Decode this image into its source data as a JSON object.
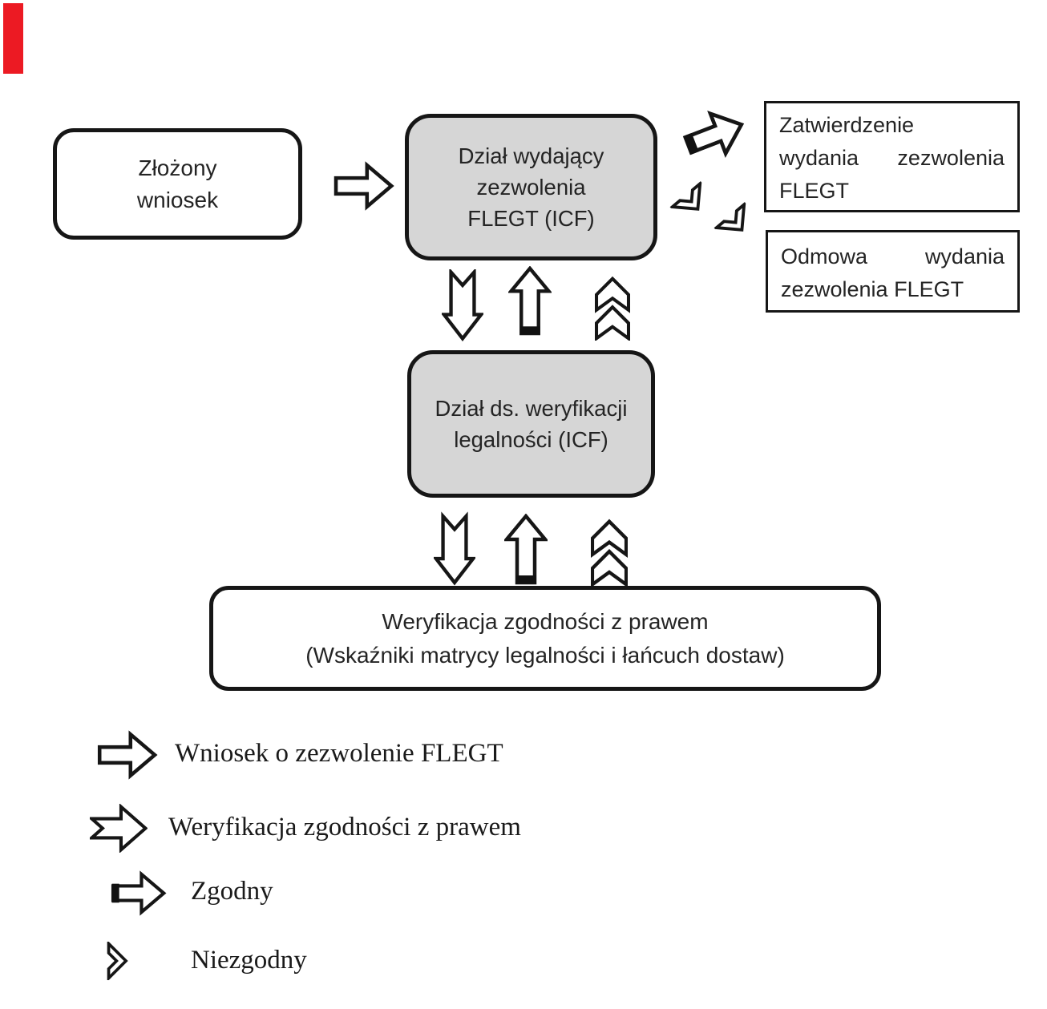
{
  "title": "FLEGT licensing process flowchart",
  "colors": {
    "node_gray_fill": "#d6d6d6",
    "outline_black": "#161616",
    "red_mark": "#ec1a23",
    "background": "#ffffff"
  },
  "nodes": {
    "zlozony": {
      "line1": "Złożony",
      "line2": "wniosek"
    },
    "wydajacy": {
      "line1": "Dział wydający",
      "line2": "zezwolenia",
      "line3": "FLEGT (ICF)"
    },
    "zatwierdzenie": {
      "line1": "Zatwierdzenie",
      "line2a": "wydania",
      "line2b": "zezwolenia",
      "line3": "FLEGT"
    },
    "odmowa": {
      "line1a": "Odmowa",
      "line1b": "wydania",
      "line2": "zezwolenia FLEGT"
    },
    "weryfikacji_dzial": {
      "line1": "Dział ds. weryfikacji",
      "line2": "legalności (ICF)"
    },
    "weryfikacja_box": {
      "line1": "Weryfikacja zgodności z prawem",
      "line2": "(Wskaźniki matrycy legalności i łańcuch dostaw)"
    }
  },
  "legend": {
    "items": [
      {
        "icon": "block-arrow-right-icon",
        "label": "Wniosek o zezwolenie FLEGT"
      },
      {
        "icon": "notched-arrow-right-icon",
        "label": "Weryfikacja zgodności z prawem"
      },
      {
        "icon": "black-tail-arrow-right-icon",
        "label": "Zgodny"
      },
      {
        "icon": "chevron-right-icon",
        "label": "Niezgodny"
      }
    ]
  }
}
